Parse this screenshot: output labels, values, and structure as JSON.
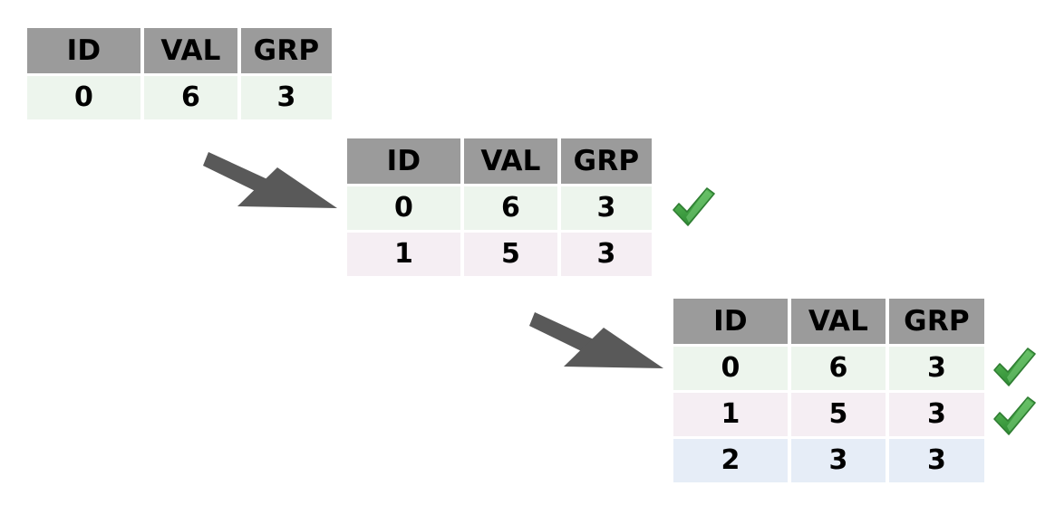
{
  "diagram": {
    "title": "Incremental table row accumulation with validation check marks",
    "colors": {
      "header_bg": "#9b9b9b",
      "row_green": "#edf5ed",
      "row_pink": "#f5eef3",
      "row_blue": "#e6edf7",
      "text": "#000000",
      "arrow": "#595959",
      "check_fill": "#4caf50",
      "check_stroke": "#2f7d32",
      "background": "#ffffff"
    }
  },
  "tables": [
    {
      "id": "table-1",
      "name": "table-step-1",
      "columns": [
        "ID",
        "VAL",
        "GRP"
      ],
      "rows": [
        {
          "tint": "green",
          "cells": [
            "0",
            "6",
            "3"
          ],
          "check": false
        }
      ]
    },
    {
      "id": "table-2",
      "name": "table-step-2",
      "columns": [
        "ID",
        "VAL",
        "GRP"
      ],
      "rows": [
        {
          "tint": "green",
          "cells": [
            "0",
            "6",
            "3"
          ],
          "check": true
        },
        {
          "tint": "pink",
          "cells": [
            "1",
            "5",
            "3"
          ],
          "check": false
        }
      ]
    },
    {
      "id": "table-3",
      "name": "table-step-3",
      "columns": [
        "ID",
        "VAL",
        "GRP"
      ],
      "rows": [
        {
          "tint": "green",
          "cells": [
            "0",
            "6",
            "3"
          ],
          "check": true
        },
        {
          "tint": "pink",
          "cells": [
            "1",
            "5",
            "3"
          ],
          "check": true
        },
        {
          "tint": "blue",
          "cells": [
            "2",
            "3",
            "3"
          ],
          "check": false
        }
      ]
    }
  ],
  "arrows": [
    {
      "id": "arrow-1",
      "name": "arrow-step1-to-step2",
      "from": "table-1",
      "to": "table-2",
      "direction": "down-right"
    },
    {
      "id": "arrow-2",
      "name": "arrow-step2-to-step3",
      "from": "table-2",
      "to": "table-3",
      "direction": "down-right"
    }
  ],
  "checkmarks": [
    {
      "id": "check-1",
      "name": "checkmark-icon",
      "for_table": "table-2",
      "for_row": 0,
      "glyph": "check-icon"
    },
    {
      "id": "check-2",
      "name": "checkmark-icon",
      "for_table": "table-3",
      "for_row": 0,
      "glyph": "check-icon"
    },
    {
      "id": "check-3",
      "name": "checkmark-icon",
      "for_table": "table-3",
      "for_row": 1,
      "glyph": "check-icon"
    }
  ]
}
